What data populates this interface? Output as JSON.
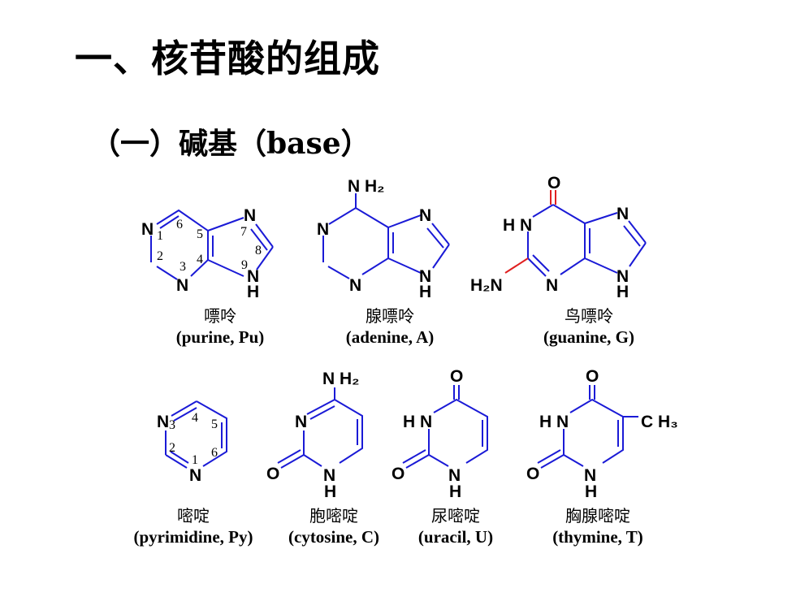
{
  "title": "一、核苷酸的组成",
  "subtitle": "（一）碱基（base）",
  "atoms": {
    "N": "N",
    "NH": "N",
    "H": "H",
    "O": "O",
    "NH2": "N H₂",
    "H2N": "H₂N",
    "HN": "H N",
    "CH3": "C H₃"
  },
  "numbering": {
    "purine": [
      "1",
      "2",
      "3",
      "4",
      "5",
      "6",
      "7",
      "8",
      "9"
    ],
    "pyrimidine": [
      "1",
      "2",
      "3",
      "4",
      "5",
      "6"
    ]
  },
  "compounds": [
    {
      "cn": "嘌呤",
      "en": "(purine, Pu)"
    },
    {
      "cn": "腺嘌呤",
      "en": "(adenine, A)"
    },
    {
      "cn": "鸟嘌呤",
      "en": "(guanine, G)"
    },
    {
      "cn": "嘧啶",
      "en": "(pyrimidine, Py)"
    },
    {
      "cn": "胞嘧啶",
      "en": "(cytosine, C)"
    },
    {
      "cn": "尿嘧啶",
      "en": "(uracil, U)"
    },
    {
      "cn": "胸腺嘧啶",
      "en": "(thymine, T)"
    }
  ],
  "colors": {
    "bond": "#1a1ad6",
    "substituent_bond": "#e02020",
    "text": "#000000"
  }
}
